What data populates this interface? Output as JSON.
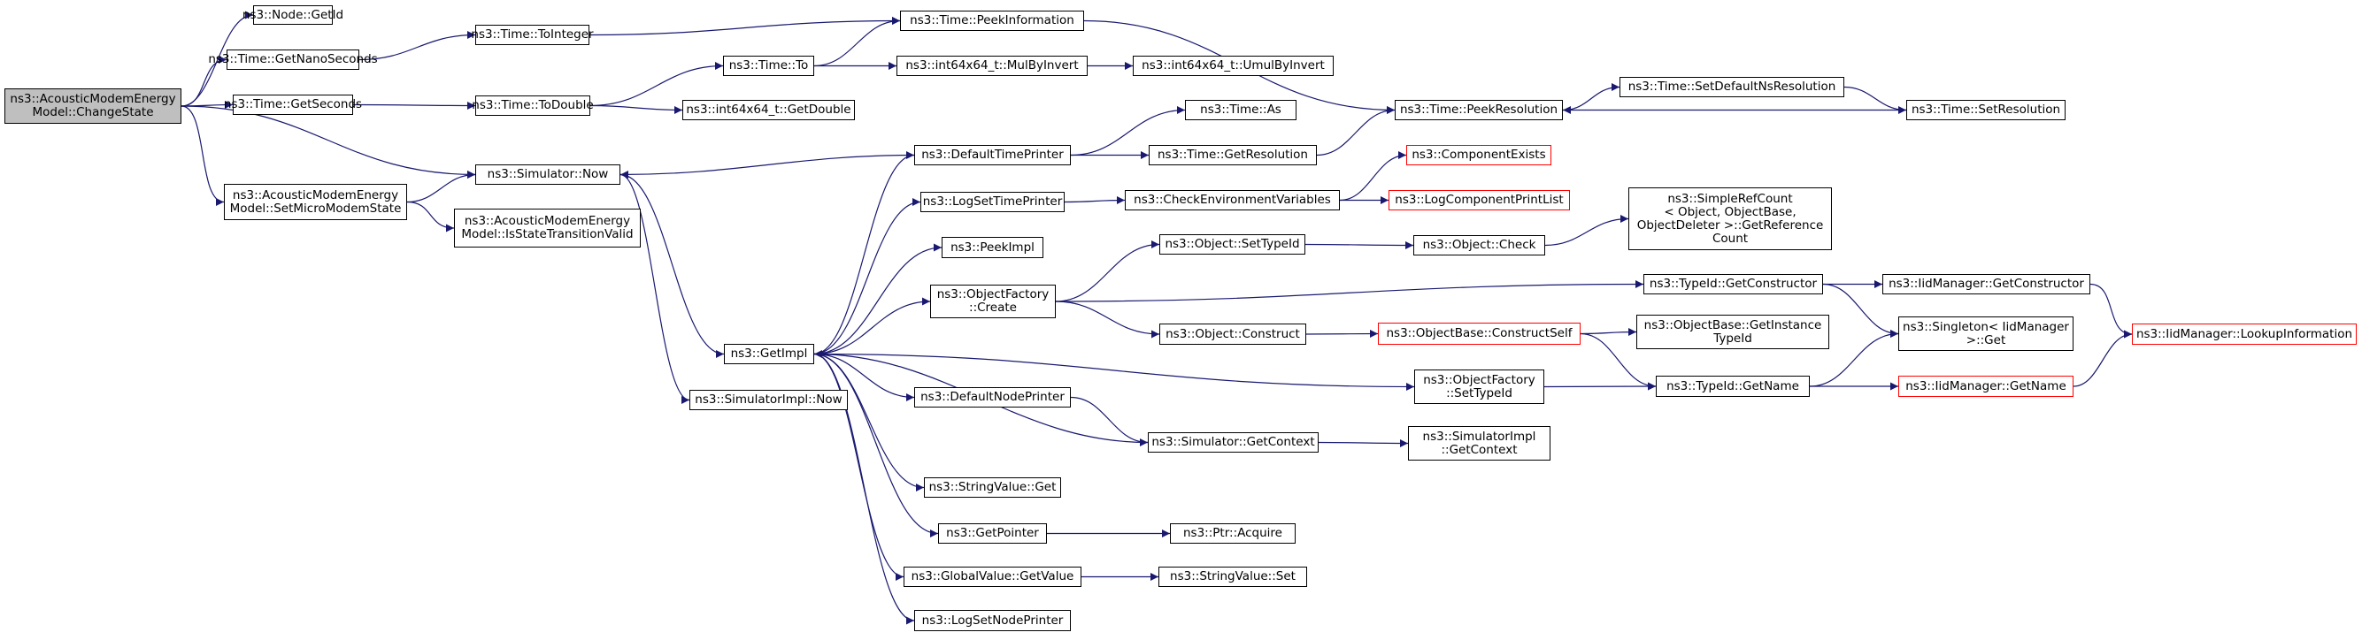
{
  "graph": {
    "root": "n_root",
    "nodes": [
      {
        "id": "n_root",
        "label": "ns3::AcousticModemEnergy\nModel::ChangeState",
        "root": true
      },
      {
        "id": "n_getid",
        "label": "ns3::Node::GetId"
      },
      {
        "id": "n_getnano",
        "label": "ns3::Time::GetNanoSeconds"
      },
      {
        "id": "n_getsec",
        "label": "ns3::Time::GetSeconds"
      },
      {
        "id": "n_setmicro",
        "label": "ns3::AcousticModemEnergy\nModel::SetMicroModemState"
      },
      {
        "id": "n_toint",
        "label": "ns3::Time::ToInteger"
      },
      {
        "id": "n_todouble",
        "label": "ns3::Time::ToDouble"
      },
      {
        "id": "n_simnow",
        "label": "ns3::Simulator::Now"
      },
      {
        "id": "n_isvalid",
        "label": "ns3::AcousticModemEnergy\nModel::IsStateTransitionValid"
      },
      {
        "id": "n_peekinfo",
        "label": "ns3::Time::PeekInformation"
      },
      {
        "id": "n_to",
        "label": "ns3::Time::To"
      },
      {
        "id": "n_i64getdouble",
        "label": "ns3::int64x64_t::GetDouble"
      },
      {
        "id": "n_mulbyinvert",
        "label": "ns3::int64x64_t::MulByInvert"
      },
      {
        "id": "n_umulbyinvert",
        "label": "ns3::int64x64_t::UmulByInvert"
      },
      {
        "id": "n_getimpl",
        "label": "ns3::GetImpl"
      },
      {
        "id": "n_simimplnow",
        "label": "ns3::SimulatorImpl::Now"
      },
      {
        "id": "n_deftimeprinter",
        "label": "ns3::DefaultTimePrinter"
      },
      {
        "id": "n_logsettime",
        "label": "ns3::LogSetTimePrinter"
      },
      {
        "id": "n_peekimpl",
        "label": "ns3::PeekImpl"
      },
      {
        "id": "n_objfactcreate",
        "label": "ns3::ObjectFactory\n::Create"
      },
      {
        "id": "n_defnodeprinter",
        "label": "ns3::DefaultNodePrinter"
      },
      {
        "id": "n_strvalget",
        "label": "ns3::StringValue::Get"
      },
      {
        "id": "n_getpointer",
        "label": "ns3::GetPointer"
      },
      {
        "id": "n_globalget",
        "label": "ns3::GlobalValue::GetValue"
      },
      {
        "id": "n_logsetnode",
        "label": "ns3::LogSetNodePrinter"
      },
      {
        "id": "n_timeas",
        "label": "ns3::Time::As"
      },
      {
        "id": "n_getres",
        "label": "ns3::Time::GetResolution"
      },
      {
        "id": "n_checkenv",
        "label": "ns3::CheckEnvironmentVariables"
      },
      {
        "id": "n_objsettypeid",
        "label": "ns3::Object::SetTypeId"
      },
      {
        "id": "n_objconstruct",
        "label": "ns3::Object::Construct"
      },
      {
        "id": "n_simgetctx",
        "label": "ns3::Simulator::GetContext"
      },
      {
        "id": "n_ptracquire",
        "label": "ns3::Ptr::Acquire"
      },
      {
        "id": "n_strvalset",
        "label": "ns3::StringValue::Set"
      },
      {
        "id": "n_peekres",
        "label": "ns3::Time::PeekResolution"
      },
      {
        "id": "n_compexists",
        "label": "ns3::ComponentExists",
        "red": true
      },
      {
        "id": "n_logcompprint",
        "label": "ns3::LogComponentPrintList",
        "red": true
      },
      {
        "id": "n_objcheck",
        "label": "ns3::Object::Check"
      },
      {
        "id": "n_constructself",
        "label": "ns3::ObjectBase::ConstructSelf",
        "red": true
      },
      {
        "id": "n_objfactsettype",
        "label": "ns3::ObjectFactory\n::SetTypeId"
      },
      {
        "id": "n_simimplgetctx",
        "label": "ns3::SimulatorImpl\n::GetContext"
      },
      {
        "id": "n_setdefres",
        "label": "ns3::Time::SetDefaultNsResolution"
      },
      {
        "id": "n_simplerefcount",
        "label": "ns3::SimpleRefCount\n< Object, ObjectBase,\n ObjectDeleter >::GetReference\nCount"
      },
      {
        "id": "n_typeidgetctor",
        "label": "ns3::TypeId::GetConstructor"
      },
      {
        "id": "n_getinsttype",
        "label": "ns3::ObjectBase::GetInstance\nTypeId"
      },
      {
        "id": "n_typeidgetname",
        "label": "ns3::TypeId::GetName"
      },
      {
        "id": "n_setres",
        "label": "ns3::Time::SetResolution"
      },
      {
        "id": "n_iidgetctor",
        "label": "ns3::IidManager::GetConstructor"
      },
      {
        "id": "n_singletonget",
        "label": "ns3::Singleton< IidManager\n >::Get"
      },
      {
        "id": "n_iidgetname",
        "label": "ns3::IidManager::GetName",
        "red": true
      },
      {
        "id": "n_lookupinfo",
        "label": "ns3::IidManager::LookupInformation",
        "red": true
      }
    ],
    "edges": [
      [
        "n_root",
        "n_getid"
      ],
      [
        "n_root",
        "n_getnano"
      ],
      [
        "n_root",
        "n_getsec"
      ],
      [
        "n_root",
        "n_simnow"
      ],
      [
        "n_root",
        "n_setmicro"
      ],
      [
        "n_getnano",
        "n_toint"
      ],
      [
        "n_getsec",
        "n_todouble"
      ],
      [
        "n_setmicro",
        "n_simnow"
      ],
      [
        "n_setmicro",
        "n_isvalid"
      ],
      [
        "n_toint",
        "n_peekinfo"
      ],
      [
        "n_todouble",
        "n_to"
      ],
      [
        "n_todouble",
        "n_i64getdouble"
      ],
      [
        "n_to",
        "n_peekinfo"
      ],
      [
        "n_to",
        "n_mulbyinvert"
      ],
      [
        "n_mulbyinvert",
        "n_umulbyinvert"
      ],
      [
        "n_peekinfo",
        "n_peekres"
      ],
      [
        "n_simnow",
        "n_getimpl"
      ],
      [
        "n_simnow",
        "n_simimplnow"
      ],
      [
        "n_deftimeprinter",
        "n_simnow"
      ],
      [
        "n_deftimeprinter",
        "n_timeas"
      ],
      [
        "n_deftimeprinter",
        "n_getres"
      ],
      [
        "n_getres",
        "n_peekres"
      ],
      [
        "n_peekres",
        "n_setdefres"
      ],
      [
        "n_setdefres",
        "n_setres"
      ],
      [
        "n_setres",
        "n_peekres"
      ],
      [
        "n_getimpl",
        "n_deftimeprinter"
      ],
      [
        "n_getimpl",
        "n_logsettime"
      ],
      [
        "n_getimpl",
        "n_peekimpl"
      ],
      [
        "n_getimpl",
        "n_objfactcreate"
      ],
      [
        "n_getimpl",
        "n_objfactsettype"
      ],
      [
        "n_getimpl",
        "n_defnodeprinter"
      ],
      [
        "n_getimpl",
        "n_strvalget"
      ],
      [
        "n_getimpl",
        "n_getpointer"
      ],
      [
        "n_getimpl",
        "n_globalget"
      ],
      [
        "n_getimpl",
        "n_logsetnode"
      ],
      [
        "n_logsettime",
        "n_checkenv"
      ],
      [
        "n_checkenv",
        "n_compexists"
      ],
      [
        "n_checkenv",
        "n_logcompprint"
      ],
      [
        "n_objfactcreate",
        "n_objsettypeid"
      ],
      [
        "n_objfactcreate",
        "n_typeidgetctor"
      ],
      [
        "n_objfactcreate",
        "n_objconstruct"
      ],
      [
        "n_objsettypeid",
        "n_objcheck"
      ],
      [
        "n_objcheck",
        "n_simplerefcount"
      ],
      [
        "n_objconstruct",
        "n_constructself"
      ],
      [
        "n_constructself",
        "n_getinsttype"
      ],
      [
        "n_constructself",
        "n_typeidgetname"
      ],
      [
        "n_typeidgetctor",
        "n_iidgetctor"
      ],
      [
        "n_typeidgetctor",
        "n_singletonget"
      ],
      [
        "n_iidgetctor",
        "n_lookupinfo"
      ],
      [
        "n_objfactsettype",
        "n_typeidgetname"
      ],
      [
        "n_typeidgetname",
        "n_singletonget"
      ],
      [
        "n_typeidgetname",
        "n_iidgetname"
      ],
      [
        "n_iidgetname",
        "n_lookupinfo"
      ],
      [
        "n_defnodeprinter",
        "n_simgetctx"
      ],
      [
        "n_simgetctx",
        "n_getimpl"
      ],
      [
        "n_simgetctx",
        "n_simimplgetctx"
      ],
      [
        "n_getpointer",
        "n_ptracquire"
      ],
      [
        "n_globalget",
        "n_strvalset"
      ]
    ]
  }
}
